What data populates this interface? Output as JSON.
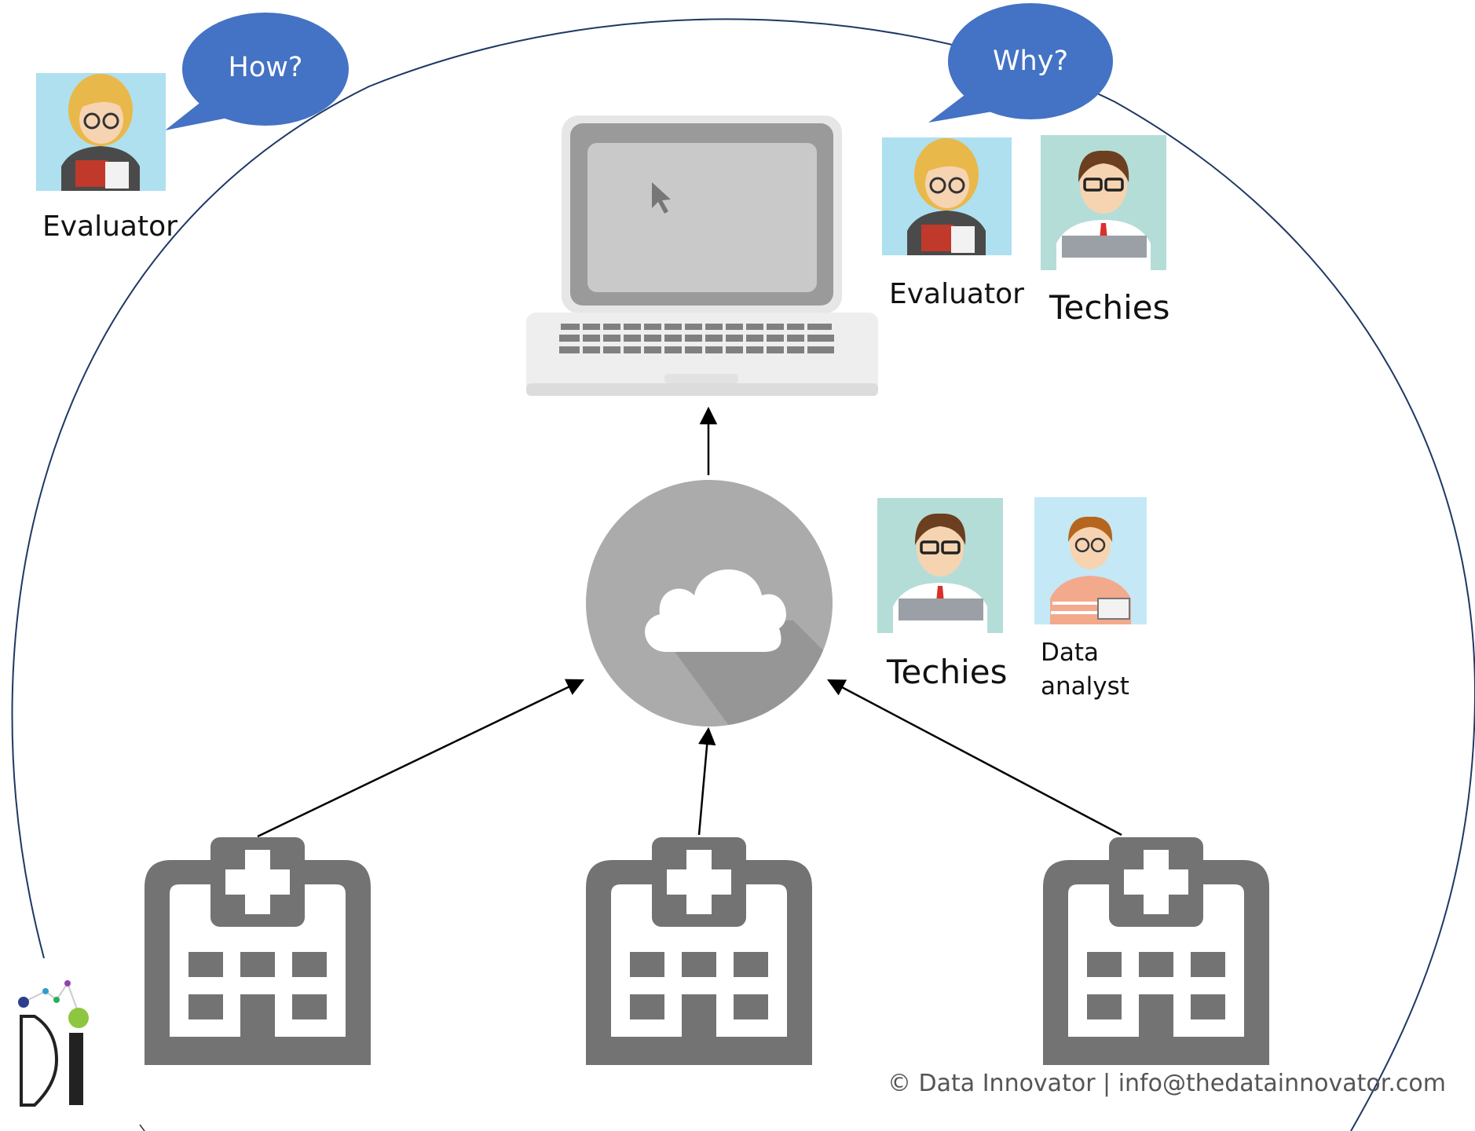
{
  "bubbles": {
    "how": "How?",
    "why": "Why?"
  },
  "labels": {
    "evaluator_top_left": "Evaluator",
    "evaluator_top_right": "Evaluator",
    "techies_top": "Techies",
    "techies_middle": "Techies",
    "data_analyst_line1": "Data",
    "data_analyst_line2": "analyst"
  },
  "footer": "© Data Innovator | info@thedatainnovator.com",
  "icons": [
    "evaluator-avatar",
    "techie-avatar",
    "data-analyst-avatar",
    "laptop-icon",
    "cloud-icon",
    "hospital-icon",
    "data-innovator-logo"
  ],
  "colors": {
    "bubble": "#4472C4",
    "icon_gray": "#737373",
    "cloud_circle": "#ababab",
    "avatar_bg": "#aee0f0",
    "techie_bg": "#b5ddd8"
  }
}
